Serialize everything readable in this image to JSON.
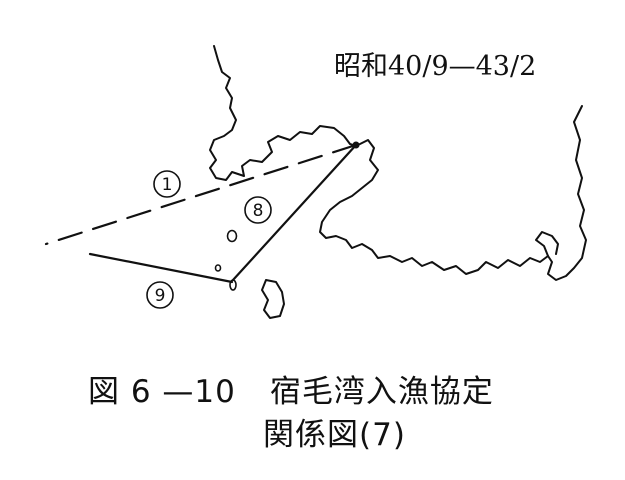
{
  "period_label": "昭和40/9—43/2",
  "caption": {
    "figure_number": "図 6 —10",
    "title_line1": "宿毛湾入漁協定",
    "title_line2": "関係図(7)"
  },
  "area_markers": [
    {
      "id": "1",
      "glyph": "1"
    },
    {
      "id": "8",
      "glyph": "8"
    },
    {
      "id": "9",
      "glyph": "9"
    }
  ],
  "colors": {
    "ink": "#111111",
    "paper": "#ffffff"
  }
}
